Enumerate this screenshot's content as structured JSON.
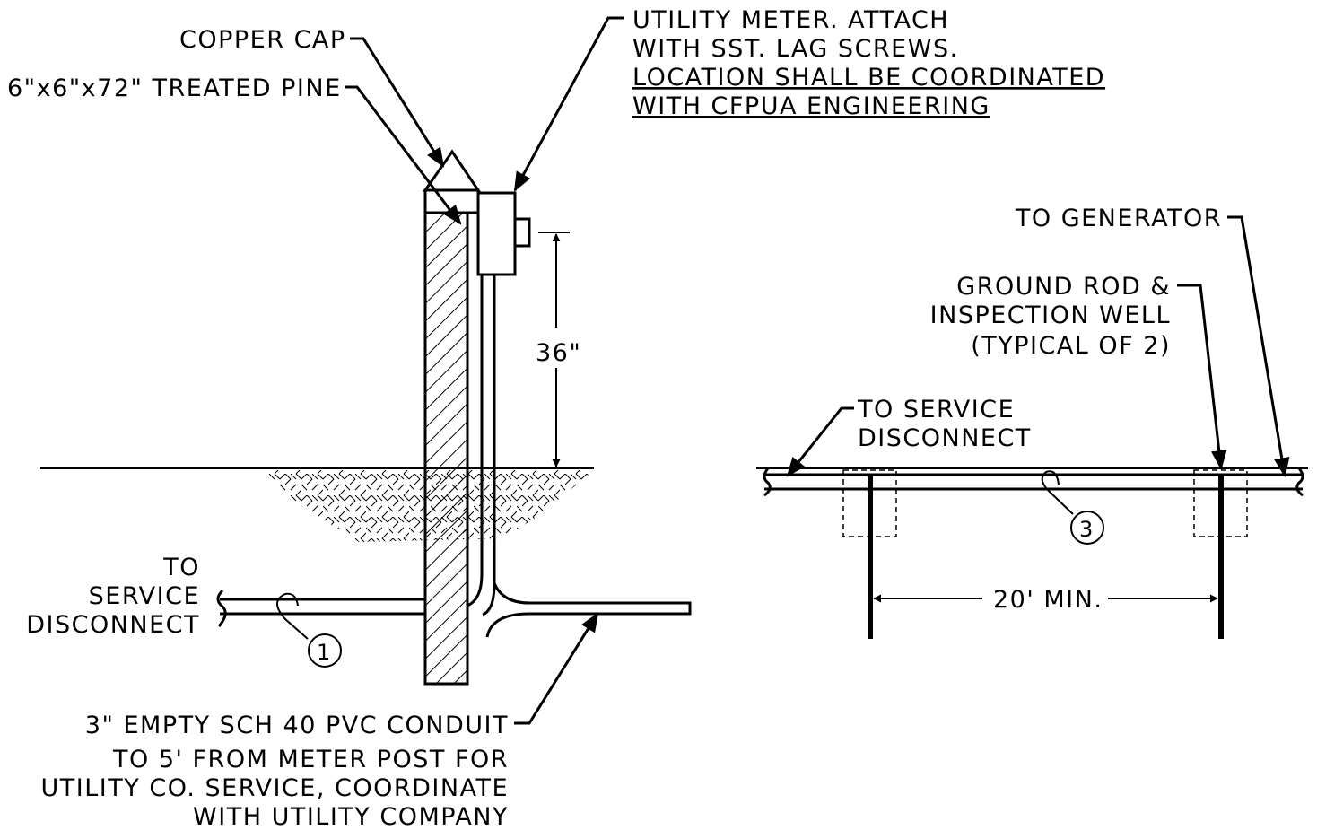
{
  "labels": {
    "copper_cap": "COPPER CAP",
    "treated_pine": "6\"x6\"x72\" TREATED PINE",
    "meter_line1": "UTILITY METER. ATTACH",
    "meter_line2": "WITH SST. LAG SCREWS.",
    "meter_line3": "LOCATION SHALL BE COORDINATED",
    "meter_line4": "WITH CFPUA ENGINEERING",
    "height_dim": "36\"",
    "left_service_1": "TO",
    "left_service_2": "SERVICE",
    "left_service_3": "DISCONNECT",
    "conduit_line1": "3\" EMPTY SCH 40 PVC CONDUIT",
    "conduit_line2": "TO 5' FROM METER POST FOR",
    "conduit_line3": "UTILITY CO. SERVICE, COORDINATE",
    "conduit_line4": "WITH UTILITY COMPANY",
    "to_generator": "TO GENERATOR",
    "ground_rod_1": "GROUND ROD &",
    "ground_rod_2": "INSPECTION WELL",
    "ground_rod_3": "(TYPICAL OF 2)",
    "right_service_1": "TO SERVICE",
    "right_service_2": "DISCONNECT",
    "spacing_dim": "20' MIN.",
    "callout_1": "1",
    "callout_3": "3"
  }
}
